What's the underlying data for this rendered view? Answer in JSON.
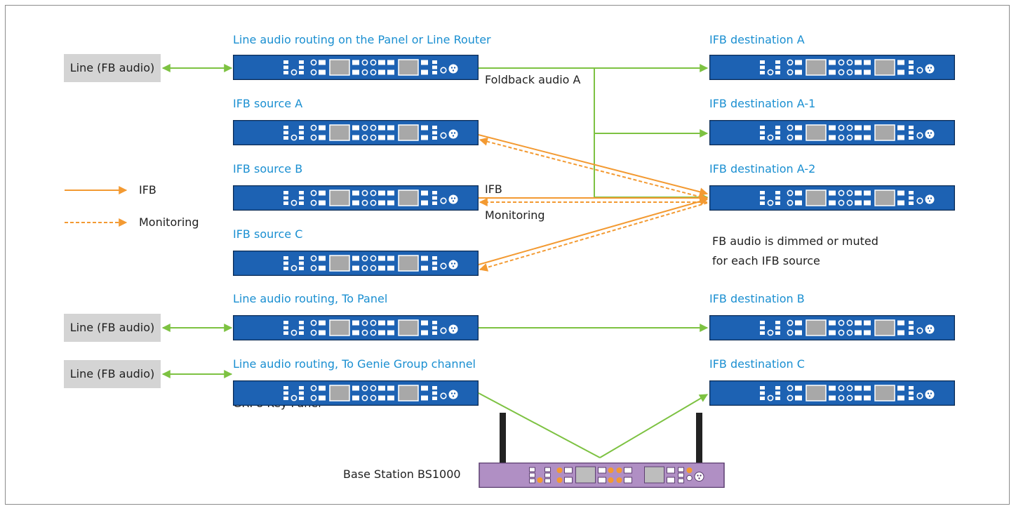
{
  "labels": {
    "routing_panel": "Line audio routing on the Panel or Line Router",
    "routing_to_panel": "Line audio routing, To Panel",
    "routing_to_genie": "Line audio routing, To Genie Group channel",
    "source_a": "IFB source A",
    "source_b": "IFB source B",
    "source_c": "IFB source C",
    "dest_a": "IFB destination A",
    "dest_a1": "IFB destination A-1",
    "dest_a2": "IFB destination A-2",
    "dest_b": "IFB destination B",
    "dest_c": "IFB destination C",
    "foldback": "Foldback audio A",
    "ifb_mid": "IFB",
    "monitoring_mid": "Monitoring",
    "note_line1": "FB audio is dimmed or muted",
    "note_line2": "for each IFB source",
    "grp8": "GRP8 Key Panel",
    "base_station": "Base Station BS1000"
  },
  "line_boxes": [
    "Line (FB audio)",
    "Line (FB audio)",
    "Line (FB audio)"
  ],
  "legend": {
    "ifb": "IFB",
    "monitoring": "Monitoring"
  },
  "colors": {
    "panel_blue": "#1d62b3",
    "panel_border": "#0d2c54",
    "base_purple": "#b08fc4",
    "fb_green": "#7dc242",
    "ifb_orange": "#f39a32",
    "label_blue": "#1a8fd1"
  }
}
